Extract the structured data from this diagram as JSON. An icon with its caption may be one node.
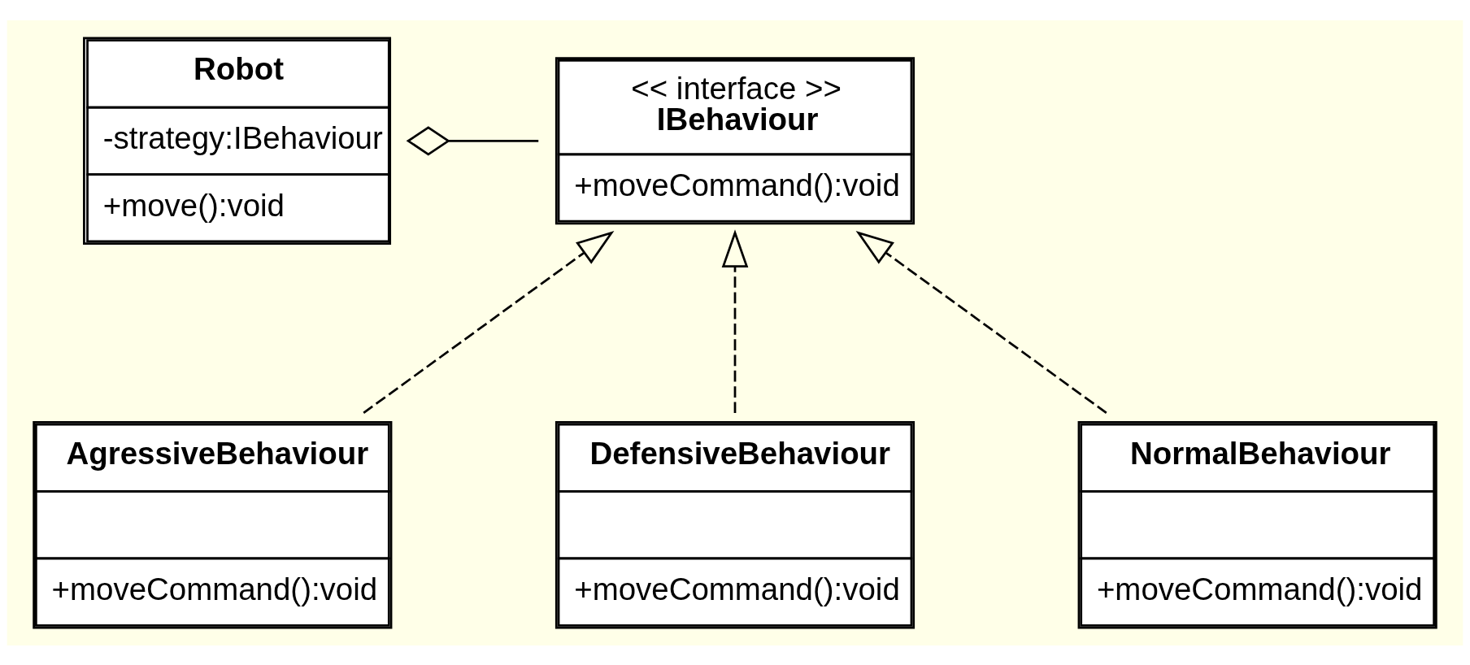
{
  "diagram": {
    "nodes": [
      {
        "text": [
          "Robot",
          "-strategy:IBehaviour",
          "+move():void"
        ]
      },
      {
        "text": [
          "<< interface >>",
          "IBehaviour",
          "+moveCommand():void"
        ]
      },
      {
        "text": [
          "AgressiveBehaviour",
          "+moveCommand():void"
        ]
      },
      {
        "text": [
          "DefensiveBehaviour",
          "+moveCommand():void"
        ]
      },
      {
        "text": [
          "NormalBehaviour",
          "+moveCommand():void"
        ]
      }
    ],
    "edges": [
      {
        "from": 0,
        "to": 1,
        "arrow": "other"
      },
      {
        "from": 2,
        "to": 1,
        "arrow": "to",
        "style": "dashed"
      },
      {
        "from": 3,
        "to": 1,
        "arrow": "to",
        "style": "dashed"
      },
      {
        "from": 4,
        "to": 1,
        "arrow": "to",
        "style": "dashed"
      }
    ]
  }
}
